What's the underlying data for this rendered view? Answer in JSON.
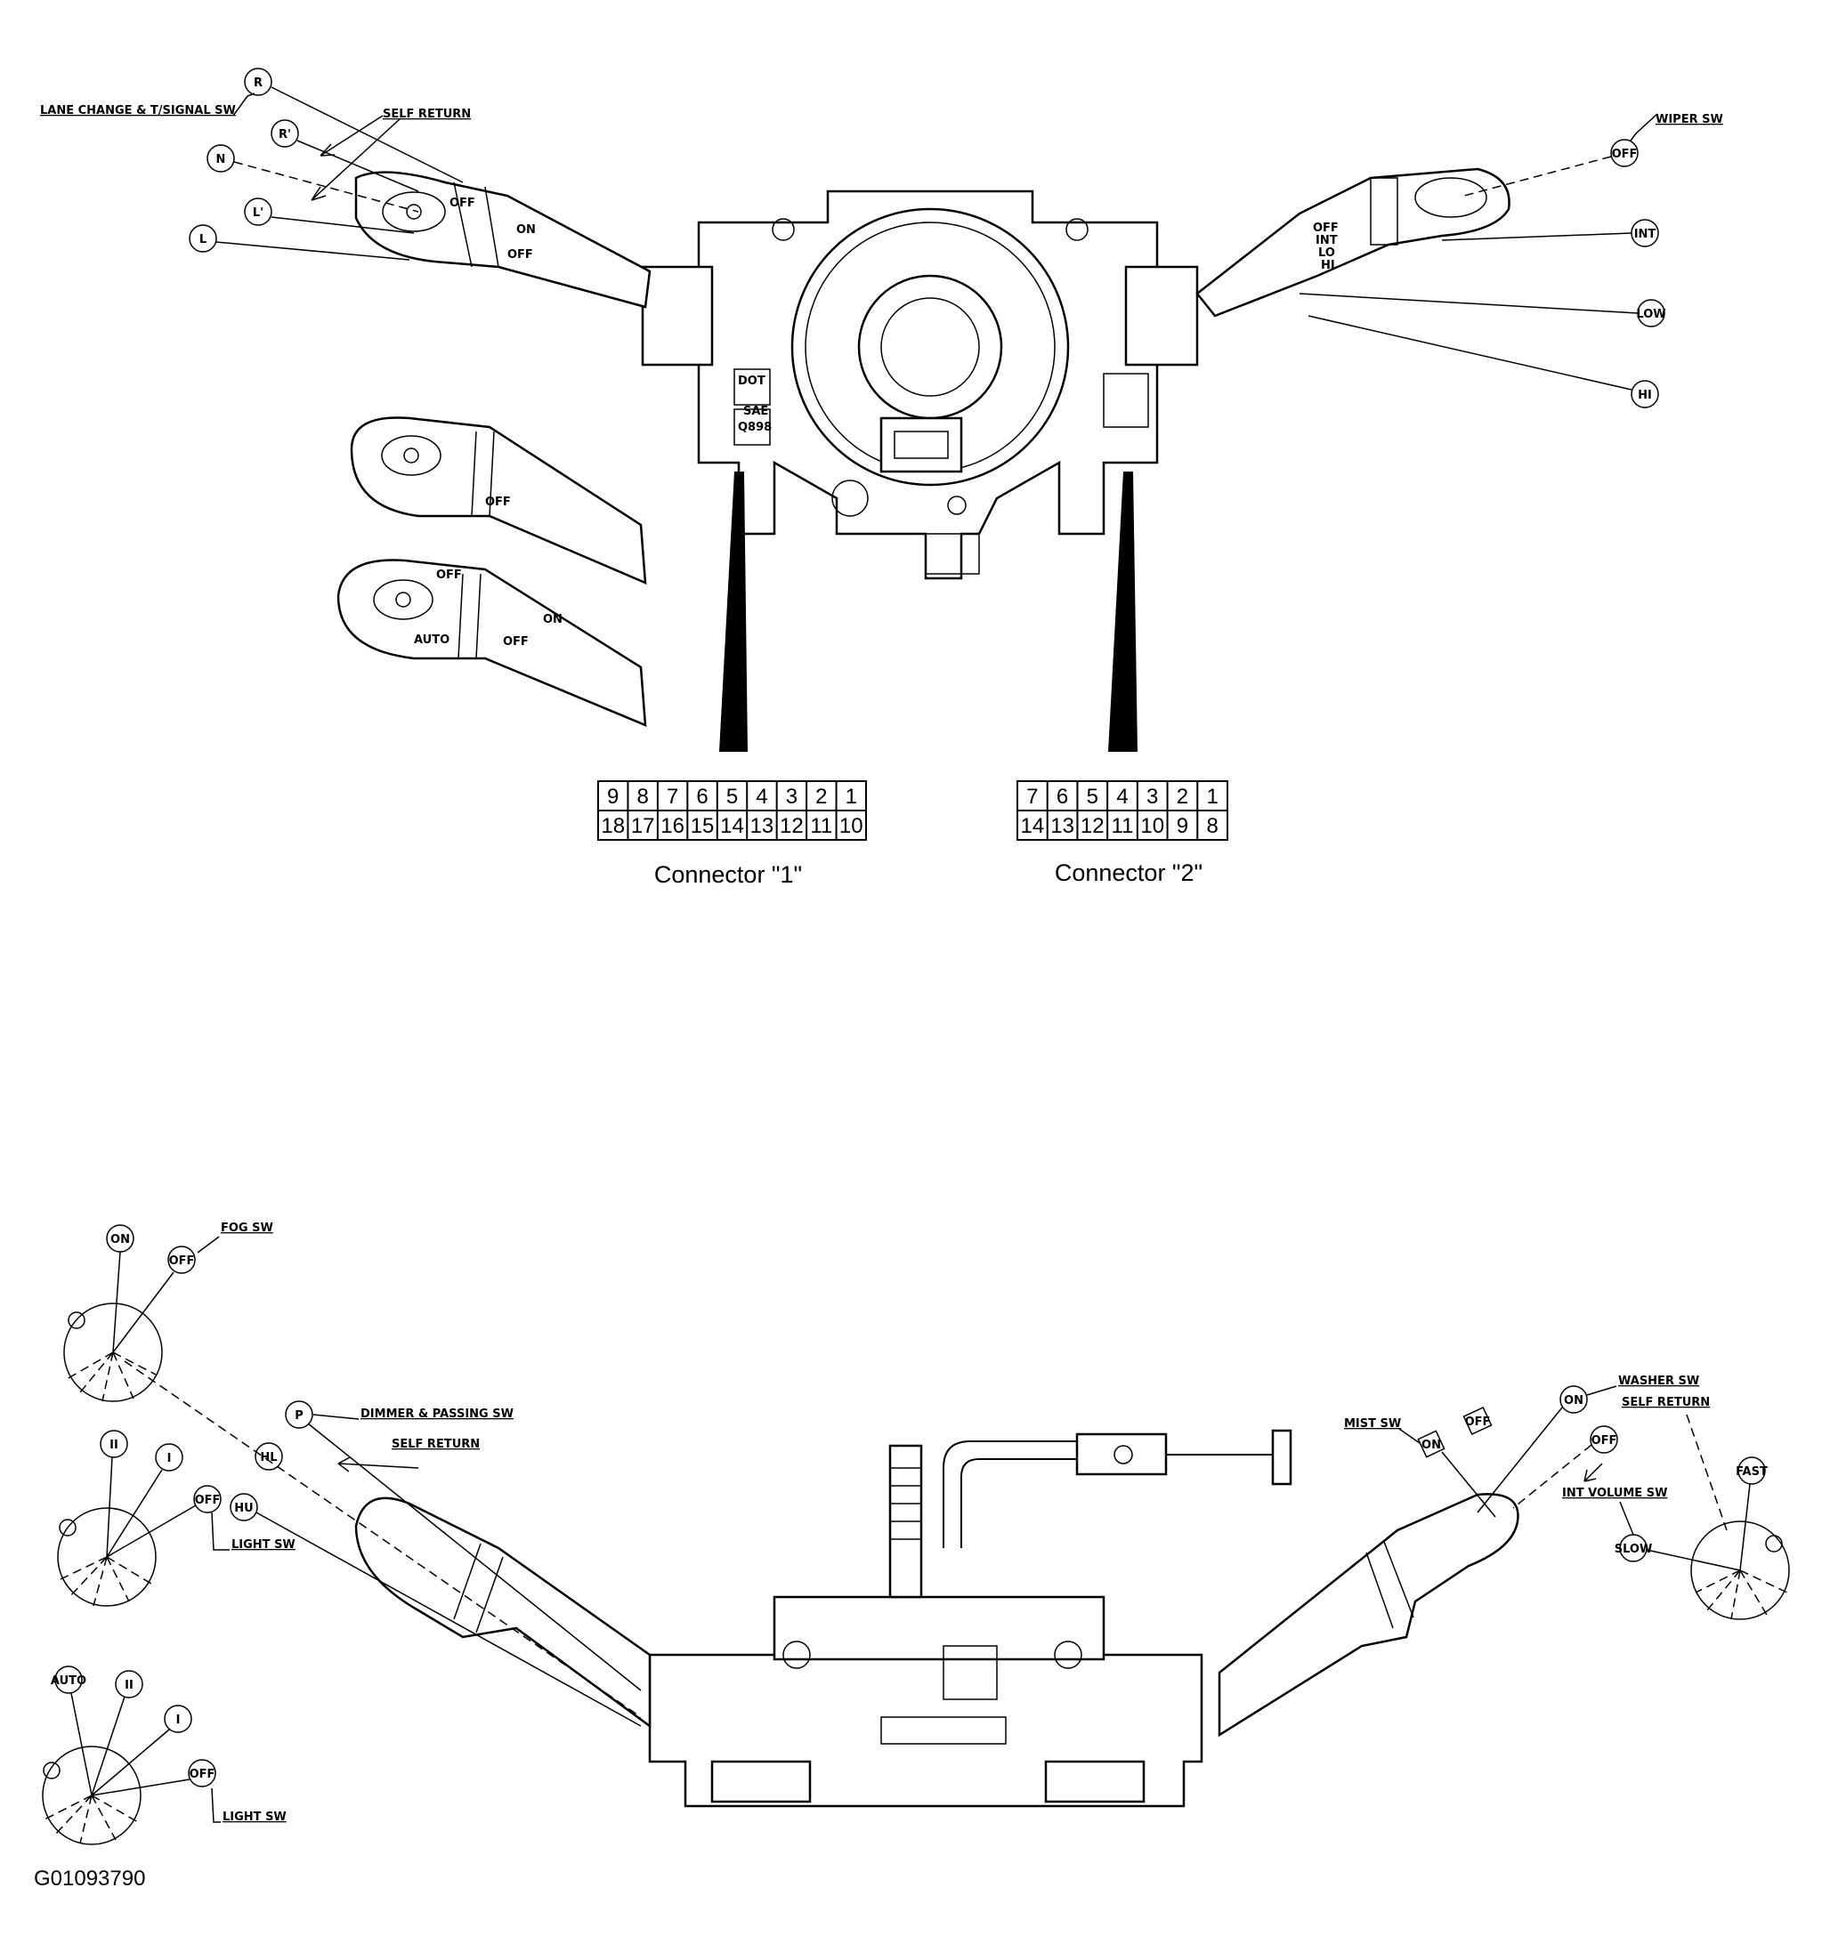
{
  "labels": {
    "lane_change": "LANE CHANGE & T/SIGNAL SW",
    "self_return_top": "SELF RETURN",
    "wiper_sw": "WIPER SW",
    "fog_sw": "FOG SW",
    "dimmer_passing_sw": "DIMMER & PASSING SW",
    "self_return_bottom_left": "SELF RETURN",
    "light_sw_1": "LIGHT SW",
    "light_sw_2": "LIGHT SW",
    "mist_sw": "MIST SW",
    "washer_sw": "WASHER SW",
    "self_return_bottom_right": "SELF RETURN",
    "int_volume_sw": "INT VOLUME SW"
  },
  "bubbles": {
    "top_left": [
      "R",
      "R'",
      "N",
      "L'",
      "L"
    ],
    "top_right": [
      "OFF",
      "INT",
      "LOW",
      "HI"
    ],
    "fog": [
      "ON",
      "OFF"
    ],
    "dimmer": [
      "P",
      "HL",
      "HU"
    ],
    "light1": [
      "II",
      "I",
      "OFF"
    ],
    "light2": [
      "AUTO",
      "II",
      "I",
      "OFF"
    ],
    "mist": [
      "ON",
      "OFF"
    ],
    "washer": [
      "ON",
      "OFF"
    ],
    "intvol": [
      "FAST",
      "SLOW"
    ]
  },
  "lever_marks": {
    "turn_signal": [
      "OFF",
      "ON",
      "OFF"
    ],
    "wiper": [
      "OFF",
      "INT",
      "LO",
      "HI"
    ],
    "alt_lever_1": [
      "OFF"
    ],
    "alt_lever_2": [
      "OFF",
      "AUTO",
      "ON",
      "OFF"
    ]
  },
  "body_marks": {
    "dot": "DOT",
    "sae": "SAE",
    "sae_code": "Q898"
  },
  "connector1": {
    "caption": "Connector \"1\"",
    "top_row": [
      "9",
      "8",
      "7",
      "6",
      "5",
      "4",
      "3",
      "2",
      "1"
    ],
    "bottom_row": [
      "18",
      "17",
      "16",
      "15",
      "14",
      "13",
      "12",
      "11",
      "10"
    ]
  },
  "connector2": {
    "caption": "Connector \"2\"",
    "top_row": [
      "7",
      "6",
      "5",
      "4",
      "3",
      "2",
      "1"
    ],
    "bottom_row": [
      "14",
      "13",
      "12",
      "11",
      "10",
      "9",
      "8"
    ]
  },
  "figure_id": "G01093790"
}
